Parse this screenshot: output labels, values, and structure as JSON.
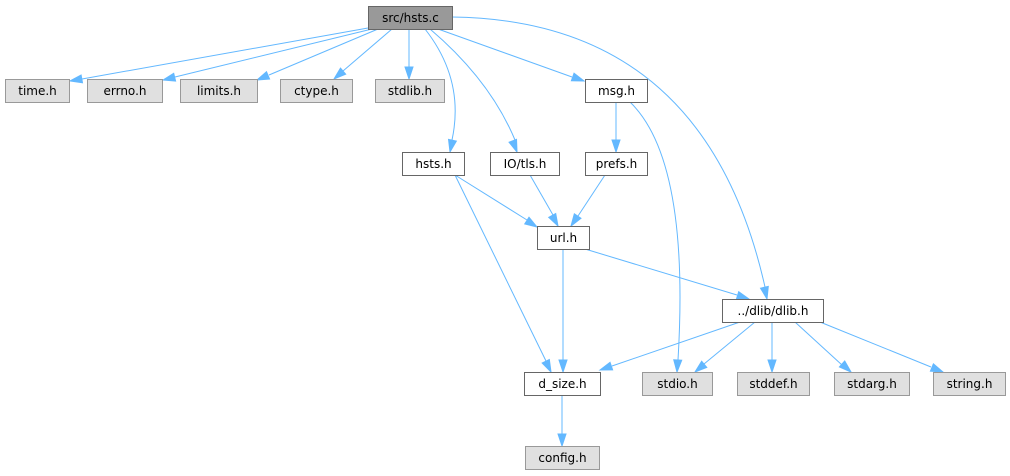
{
  "diagram": {
    "type": "include-dependency-graph",
    "colors": {
      "edge": "#63b8ff",
      "root_fill": "#999999",
      "root_stroke": "#666666",
      "local_fill": "#ffffff",
      "local_stroke": "#666666",
      "system_fill": "#e0e0e0",
      "system_stroke": "#999999"
    },
    "nodes": [
      {
        "id": "hsts_c",
        "label": "src/hsts.c",
        "kind": "root"
      },
      {
        "id": "time_h",
        "label": "time.h",
        "kind": "system"
      },
      {
        "id": "errno_h",
        "label": "errno.h",
        "kind": "system"
      },
      {
        "id": "limits_h",
        "label": "limits.h",
        "kind": "system"
      },
      {
        "id": "ctype_h",
        "label": "ctype.h",
        "kind": "system"
      },
      {
        "id": "stdlib_h",
        "label": "stdlib.h",
        "kind": "system"
      },
      {
        "id": "msg_h",
        "label": "msg.h",
        "kind": "local"
      },
      {
        "id": "hsts_h",
        "label": "hsts.h",
        "kind": "local"
      },
      {
        "id": "tls_h",
        "label": "IO/tls.h",
        "kind": "local"
      },
      {
        "id": "prefs_h",
        "label": "prefs.h",
        "kind": "local"
      },
      {
        "id": "url_h",
        "label": "url.h",
        "kind": "local"
      },
      {
        "id": "dlib_h",
        "label": "../dlib/dlib.h",
        "kind": "local"
      },
      {
        "id": "d_size_h",
        "label": "d_size.h",
        "kind": "local"
      },
      {
        "id": "stdio_h",
        "label": "stdio.h",
        "kind": "system"
      },
      {
        "id": "stddef_h",
        "label": "stddef.h",
        "kind": "system"
      },
      {
        "id": "stdarg_h",
        "label": "stdarg.h",
        "kind": "system"
      },
      {
        "id": "string_h",
        "label": "string.h",
        "kind": "system"
      },
      {
        "id": "config_h",
        "label": "config.h",
        "kind": "system"
      }
    ],
    "edges": [
      {
        "from": "hsts_c",
        "to": "time_h"
      },
      {
        "from": "hsts_c",
        "to": "errno_h"
      },
      {
        "from": "hsts_c",
        "to": "limits_h"
      },
      {
        "from": "hsts_c",
        "to": "ctype_h"
      },
      {
        "from": "hsts_c",
        "to": "stdlib_h"
      },
      {
        "from": "hsts_c",
        "to": "hsts_h"
      },
      {
        "from": "hsts_c",
        "to": "tls_h"
      },
      {
        "from": "hsts_c",
        "to": "msg_h"
      },
      {
        "from": "hsts_c",
        "to": "dlib_h"
      },
      {
        "from": "msg_h",
        "to": "prefs_h"
      },
      {
        "from": "msg_h",
        "to": "stdio_h"
      },
      {
        "from": "hsts_h",
        "to": "url_h"
      },
      {
        "from": "hsts_h",
        "to": "d_size_h"
      },
      {
        "from": "tls_h",
        "to": "url_h"
      },
      {
        "from": "prefs_h",
        "to": "url_h"
      },
      {
        "from": "url_h",
        "to": "d_size_h"
      },
      {
        "from": "url_h",
        "to": "dlib_h"
      },
      {
        "from": "dlib_h",
        "to": "d_size_h"
      },
      {
        "from": "dlib_h",
        "to": "stdio_h"
      },
      {
        "from": "dlib_h",
        "to": "stddef_h"
      },
      {
        "from": "dlib_h",
        "to": "stdarg_h"
      },
      {
        "from": "dlib_h",
        "to": "string_h"
      },
      {
        "from": "d_size_h",
        "to": "config_h"
      }
    ]
  }
}
